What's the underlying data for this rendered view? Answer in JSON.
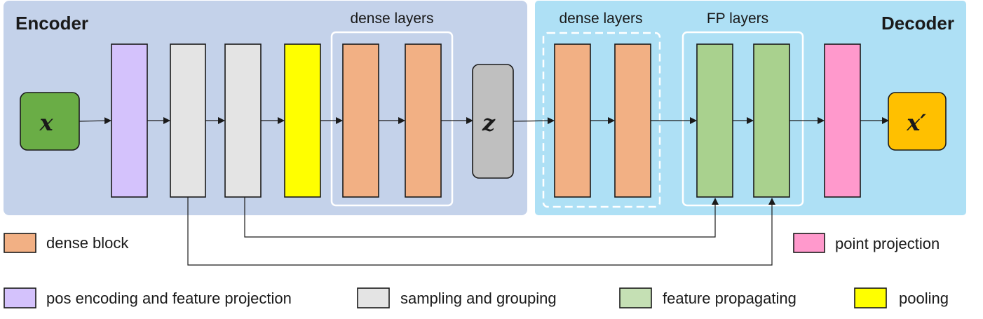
{
  "encoder": {
    "title": "Encoder",
    "dense_group_label": "dense layers"
  },
  "decoder": {
    "title": "Decoder",
    "dense_group_label": "dense layers",
    "fp_group_label": "FP layers"
  },
  "nodes": {
    "input": "x",
    "latent": "z",
    "output": "x′"
  },
  "legend": {
    "dense_block": "dense block",
    "point_projection": "point projection",
    "pos_encoding": "pos encoding and feature projection",
    "sampling": "sampling and grouping",
    "feature_propagating": "feature propagating",
    "pooling": "pooling"
  },
  "colors": {
    "encoder_bg": "#c4d2ea",
    "decoder_bg": "#aee0f5",
    "input": "#6aad46",
    "latent": "#bfbfbf",
    "output": "#ffc000",
    "pos_encoding": "#d4c2fc",
    "sampling": "#e4e4e4",
    "pooling": "#ffff00",
    "dense": "#f2b084",
    "feature_propagating": "#a9d18e",
    "point_projection": "#ff99cc"
  }
}
